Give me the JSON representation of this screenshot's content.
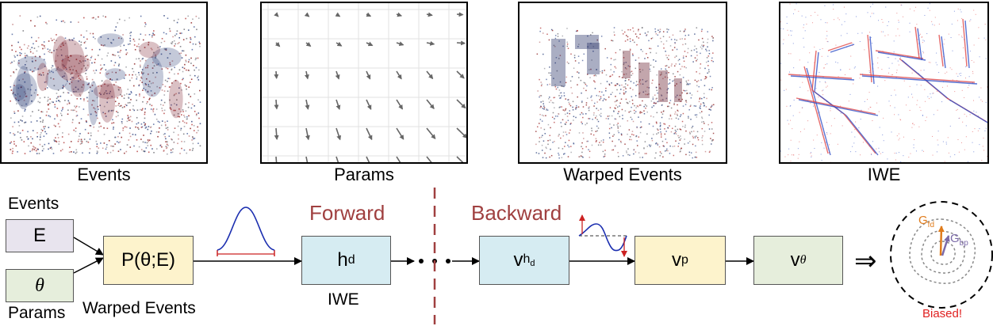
{
  "panels": {
    "events_caption": "Events",
    "params_caption": "Params",
    "warped_caption": "Warped Events",
    "iwe_caption": "IWE"
  },
  "diagram": {
    "events_label": "Events",
    "params_label": "Params",
    "input_events": "E",
    "input_params": "θ",
    "warp_box": "P(θ;E)",
    "warp_label": "Warped Events",
    "hd_main": "h",
    "hd_sub": "d",
    "iwe_label": "IWE",
    "forward": "Forward",
    "backward": "Backward",
    "vhd_main": "v",
    "vhd_sub": "h",
    "vhd_subsub": "d",
    "vp_main": "v",
    "vp_sub": "p",
    "vtheta_main": "v",
    "vtheta_sub": "θ",
    "implies": "⇒",
    "gfd_main": "G",
    "gfd_sub": "fd",
    "gbp_main": "G",
    "gbp_sub": "bp",
    "biased": "Biased!"
  },
  "colors": {
    "input_fill": "#e8e4ee",
    "param_fill": "#e6eedc",
    "warp_fill": "#fdf3cc",
    "hd_fill": "#d6ecf2",
    "vp_fill": "#fdf3cc",
    "vtheta_fill": "#e6eedc",
    "phase_color": "#a04040",
    "gfd_color": "#e07b1a",
    "gbp_color": "#7b6aa8",
    "biased_color": "#e02020"
  }
}
